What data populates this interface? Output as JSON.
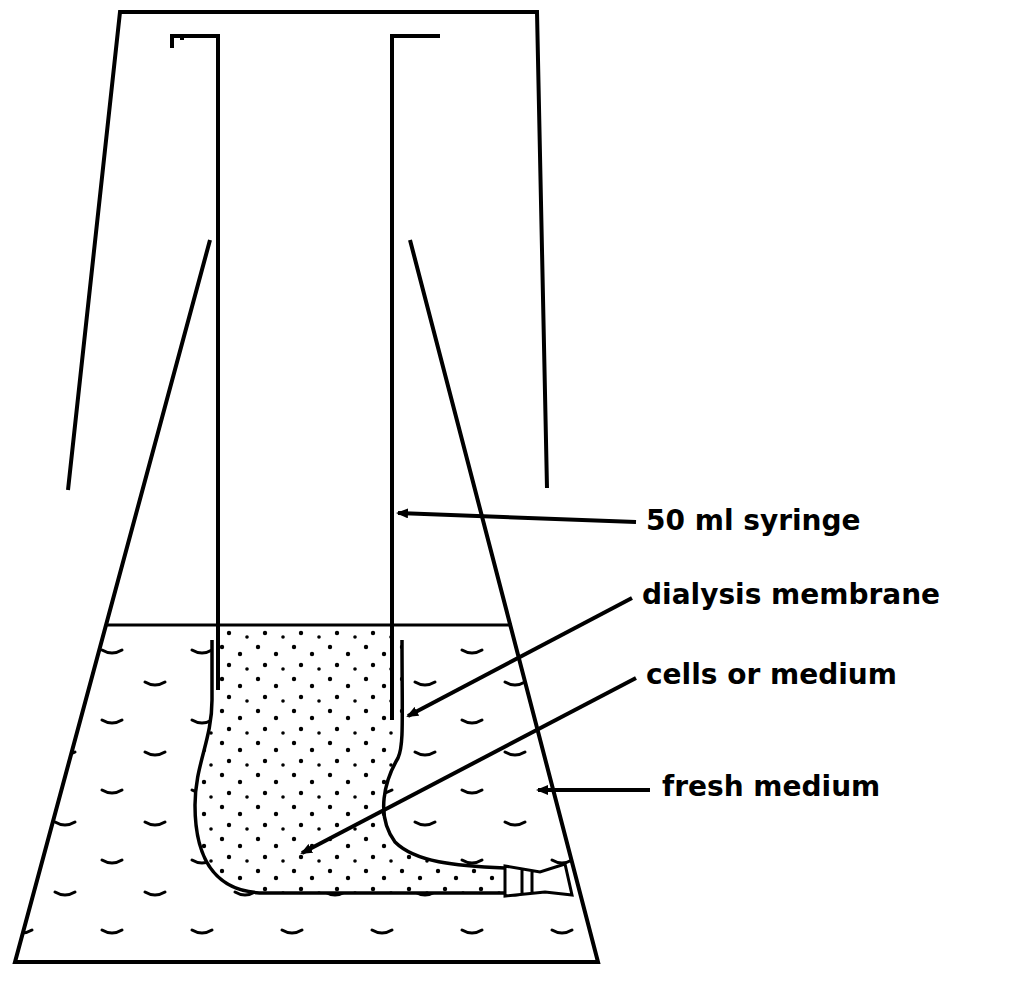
{
  "diagram": {
    "labels": [
      "50 ml syringe",
      "dialysis membrane",
      "cells or medium",
      "fresh medium"
    ]
  }
}
